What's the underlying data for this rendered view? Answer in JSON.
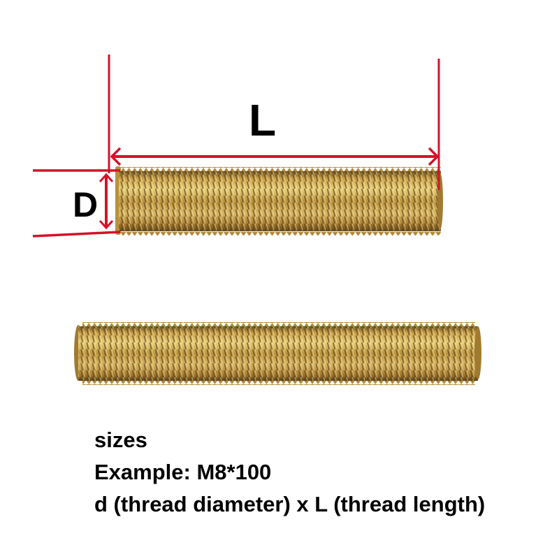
{
  "labels": {
    "length": "L",
    "diameter": "D"
  },
  "caption": {
    "heading": "sizes",
    "example": "Example: M8*100",
    "formula": "d (thread diameter) x L (thread length)"
  },
  "colors": {
    "dimension_line": "#d4122a",
    "thread_base": "#b8913c",
    "thread_dark": "#6e5220",
    "thread_light": "#e8cf7a"
  },
  "icons": {
    "rod_top": "threaded-rod",
    "rod_bottom": "threaded-rod"
  }
}
